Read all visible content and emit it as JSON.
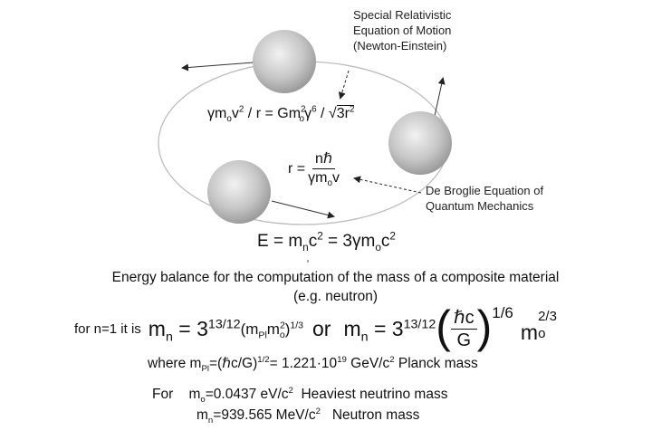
{
  "annotations": {
    "special_relativistic": [
      "Special Relativistic",
      "Equation of Motion",
      "(Newton-Einstein)"
    ],
    "de_broglie": [
      "De Broglie Equation of",
      "Quantum Mechanics"
    ]
  },
  "equations": {
    "motion": {
      "lhs": "γm",
      "lhs_sub": "o",
      "v": "v",
      "v_sup": "2",
      "mid": " / r = Gm",
      "m_sup": "2",
      "m_sub": "o",
      "gamma": "γ",
      "gamma_sup": "6",
      "slash": " / ",
      "root_arg": "3r",
      "root_sup": "2"
    },
    "radius": {
      "lhs": "r = ",
      "num": "nℏ",
      "den": "γm",
      "den_sub": "o",
      "den_tail": "v"
    },
    "energy": {
      "a": "E = m",
      "a_sub": "n",
      "b": "c",
      "b_sup": "2",
      "c": " = 3γm",
      "c_sub": "o",
      "d": "c",
      "d_sup": "2"
    }
  },
  "caption": [
    "Energy balance for the computation of the mass of a composite material",
    "(e.g. neutron)"
  ],
  "formula": {
    "prefix": "for n=1 it is",
    "m": "m",
    "m_sub": "n",
    "eq": " = 3",
    "exp": "13/12",
    "pl_open": "(m",
    "pl_sub": "Pl",
    "m2": "m",
    "m2_sup": "2",
    "m2_sub": "o",
    "pl_close": ")",
    "pl_exp": "1/3",
    "or": "or",
    "frac_num": "ℏc",
    "frac_den": "G",
    "frac_exp": "1/6",
    "mo": "m",
    "mo_sup": "2/3",
    "mo_sub": "o"
  },
  "planck": {
    "a": "where  m",
    "a_sub": "Pl",
    "b": "=(ℏc/G)",
    "b_sup": "1/2",
    "c": "= 1.221·10",
    "c_sup": "19",
    "d": " GeV/c",
    "d_sup": "2",
    "e": " Planck mass"
  },
  "neutrino": {
    "a": "For    m",
    "a_sub": "o",
    "b": "=0.0437 eV/c",
    "b_sup": "2",
    "c": "  Heaviest neutrino mass"
  },
  "neutron": {
    "a": "m",
    "a_sub": "n",
    "b": "=939.565 MeV/c",
    "b_sup": "2",
    "c": "   Neutron mass"
  }
}
